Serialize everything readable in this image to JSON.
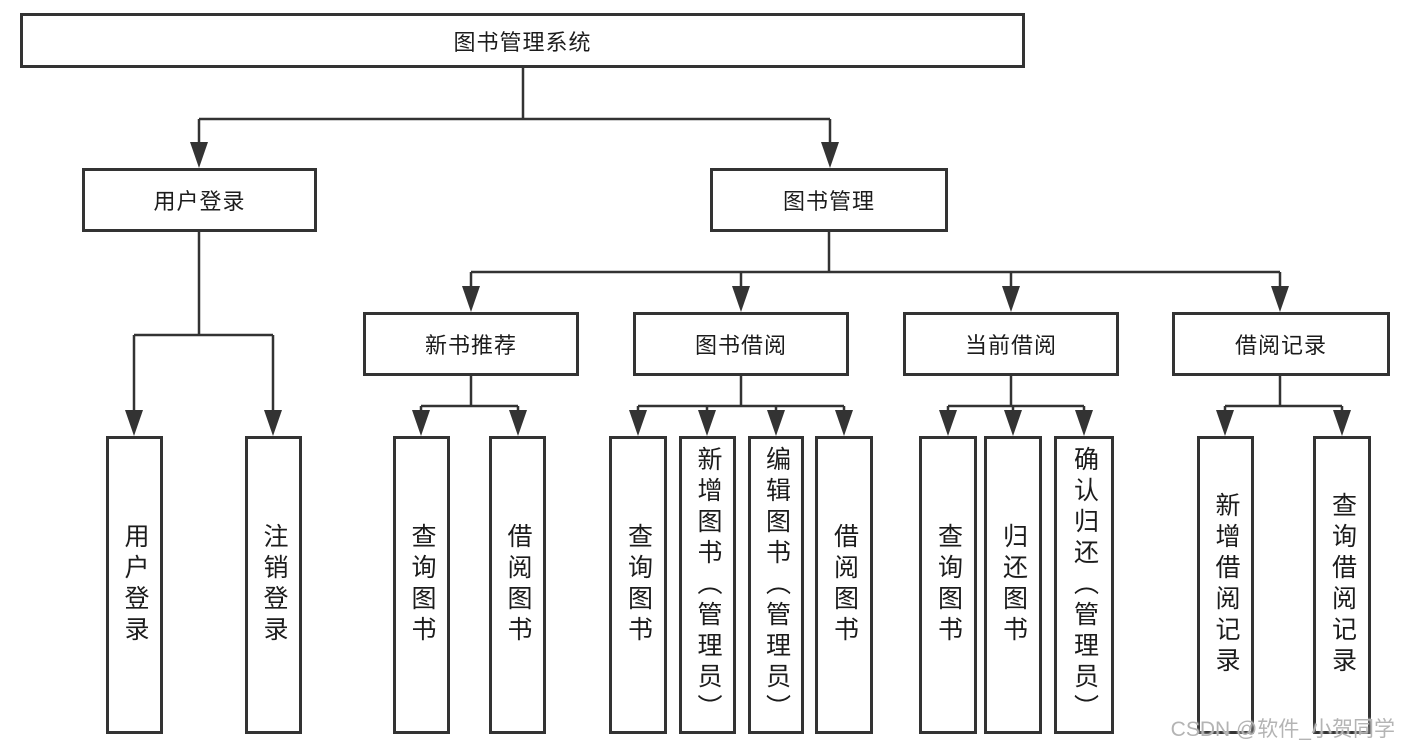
{
  "nodes": {
    "root": {
      "label": "图书管理系统"
    },
    "level2": [
      {
        "label": "用户登录"
      },
      {
        "label": "图书管理"
      }
    ],
    "level3": [
      {
        "label": "新书推荐"
      },
      {
        "label": "图书借阅"
      },
      {
        "label": "当前借阅"
      },
      {
        "label": "借阅记录"
      }
    ],
    "leaves": [
      {
        "label": "用户登录"
      },
      {
        "label": "注销登录"
      },
      {
        "label": "查询图书"
      },
      {
        "label": "借阅图书"
      },
      {
        "label": "查询图书"
      },
      {
        "label": "新增图书（管理员）"
      },
      {
        "label": "编辑图书（管理员）"
      },
      {
        "label": "借阅图书"
      },
      {
        "label": "查询图书"
      },
      {
        "label": "归还图书"
      },
      {
        "label": "确认归还（管理员）"
      },
      {
        "label": "新增借阅记录"
      },
      {
        "label": "查询借阅记录"
      }
    ]
  },
  "hierarchy": {
    "label": "图书管理系统",
    "children": [
      {
        "label": "用户登录",
        "children": [
          {
            "label": "用户登录"
          },
          {
            "label": "注销登录"
          }
        ]
      },
      {
        "label": "图书管理",
        "children": [
          {
            "label": "新书推荐",
            "children": [
              {
                "label": "查询图书"
              },
              {
                "label": "借阅图书"
              }
            ]
          },
          {
            "label": "图书借阅",
            "children": [
              {
                "label": "查询图书"
              },
              {
                "label": "新增图书（管理员）"
              },
              {
                "label": "编辑图书（管理员）"
              },
              {
                "label": "借阅图书"
              }
            ]
          },
          {
            "label": "当前借阅",
            "children": [
              {
                "label": "查询图书"
              },
              {
                "label": "归还图书"
              },
              {
                "label": "确认归还（管理员）"
              }
            ]
          },
          {
            "label": "借阅记录",
            "children": [
              {
                "label": "新增借阅记录"
              },
              {
                "label": "查询借阅记录"
              }
            ]
          }
        ]
      }
    ]
  },
  "watermark": {
    "text": "CSDN @软件_小贺同学"
  },
  "colors": {
    "border": "#333333",
    "line": "#333333",
    "text": "#1c1c1c",
    "background": "#ffffff",
    "watermark": "#b4b4b4"
  }
}
